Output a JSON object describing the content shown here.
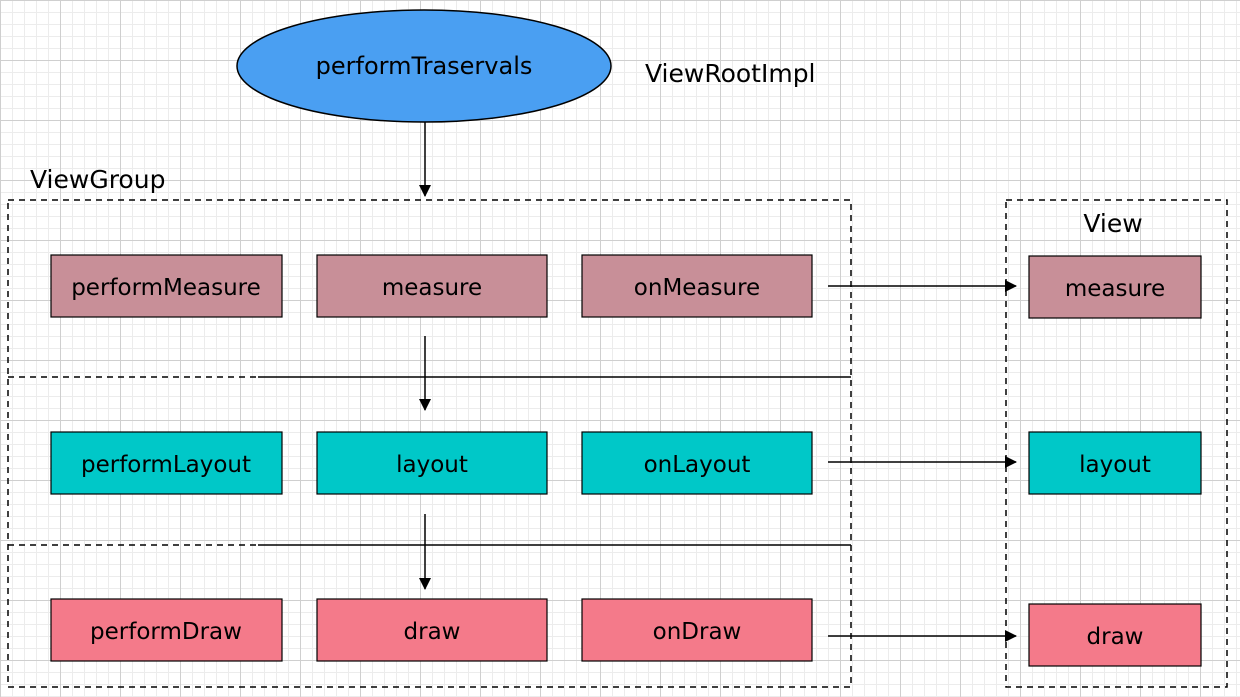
{
  "colors": {
    "ellipse_fill": "#4a9ff2",
    "measure_fill": "#c88f98",
    "layout_fill": "#00c8c8",
    "draw_fill": "#f47a8a",
    "stroke": "#000000"
  },
  "root": {
    "method": "performTraservals",
    "class_label": "ViewRootImpl"
  },
  "viewgroup": {
    "label": "ViewGroup",
    "rows": {
      "measure": [
        "performMeasure",
        "measure",
        "onMeasure"
      ],
      "layout": [
        "performLayout",
        "layout",
        "onLayout"
      ],
      "draw": [
        "performDraw",
        "draw",
        "onDraw"
      ]
    }
  },
  "view": {
    "label": "View",
    "measure": "measure",
    "layout": "layout",
    "draw": "draw"
  }
}
